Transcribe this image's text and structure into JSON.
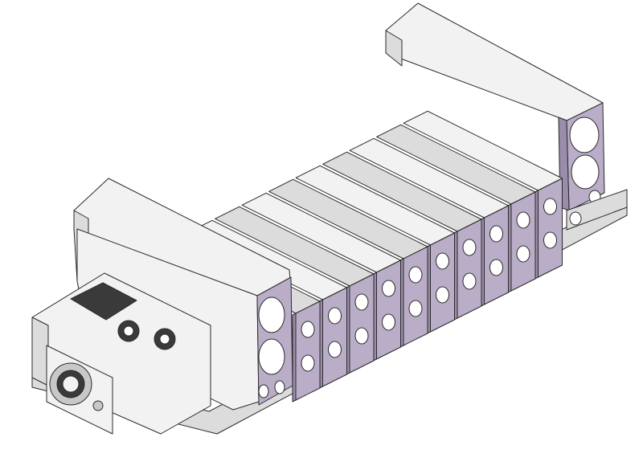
{
  "scene": {
    "subject": "valve-manifold-assembly",
    "station_count": 10
  },
  "palette": {
    "background": "#ffffff",
    "housing": "#f2f2f2",
    "housing_shade": "#dcdcdc",
    "housing_dark": "#c8c8c8",
    "end_plate": "#b9adc8",
    "end_plate_dark": "#9a8cab",
    "port": "#ffffff",
    "port_ring": "#6e607f",
    "outline": "#2a2a2a",
    "display": "#3a3a3a"
  },
  "icons": {
    "connector": "round-m12-connector",
    "main_connector": "round-multipin-connector"
  }
}
